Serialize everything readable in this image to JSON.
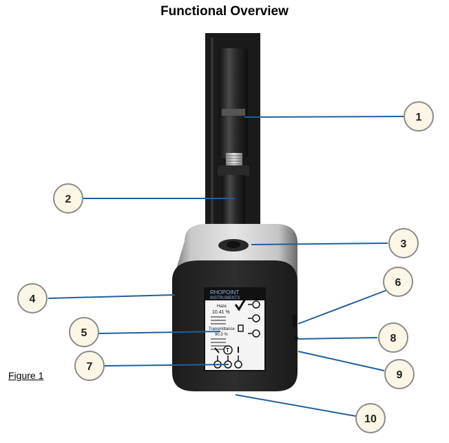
{
  "title": "Functional Overview",
  "figure_label": "Figure 1",
  "colors": {
    "leader_line": "#1f5f9e",
    "callout_fill": "#fbf6e6",
    "callout_stroke": "#8a8a8a",
    "body_dark": "#2a2a2a",
    "body_light": "#d4d4d4"
  },
  "callouts": [
    "1",
    "2",
    "3",
    "4",
    "5",
    "6",
    "7",
    "8",
    "9",
    "10"
  ],
  "screen": {
    "brand_line1": "RHOPOINT",
    "brand_line2": "INSTRUMENTS",
    "haze_label": "Haze",
    "haze_value": "10.41 %",
    "transmittance_label": "Transmittance",
    "transmittance_value": "90.3 %"
  }
}
